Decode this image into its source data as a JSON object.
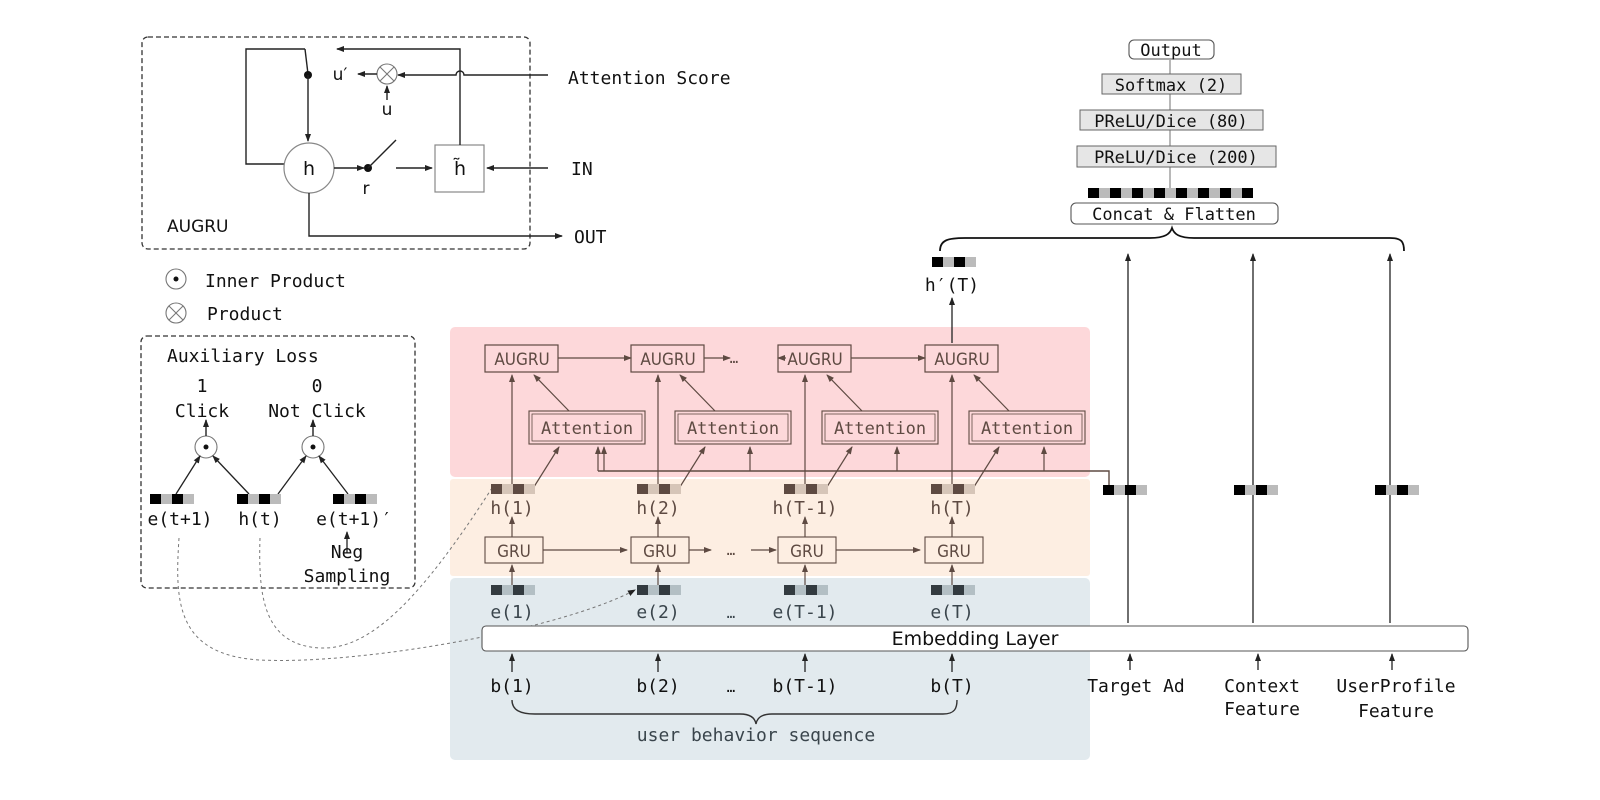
{
  "augru_cell": {
    "label": "AUGRU",
    "h_node": "h",
    "h_tilde": "h̃",
    "r_label": "r",
    "u_label": "u",
    "u_prime_label": "u′",
    "attention_score": "Attention Score",
    "in_label": "IN",
    "out_label": "OUT"
  },
  "legend": {
    "inner_product": "Inner Product",
    "product": "Product"
  },
  "aux_loss": {
    "title": "Auxiliary Loss",
    "click_value": "1",
    "click_label": "Click",
    "not_click_value": "0",
    "not_click_label": "Not Click",
    "e_next": "e(t+1)",
    "h_t": "h(t)",
    "e_next_neg": "e(t+1)′",
    "neg_sampling_1": "Neg",
    "neg_sampling_2": "Sampling"
  },
  "mlp": {
    "output": "Output",
    "softmax": "Softmax (2)",
    "prelu80": "PReLU/Dice (80)",
    "prelu200": "PReLU/Dice (200)",
    "concat": "Concat & Flatten"
  },
  "interest_evolving": {
    "augru": [
      "AUGRU",
      "AUGRU",
      "AUGRU",
      "AUGRU"
    ],
    "attention": [
      "Attention",
      "Attention",
      "Attention",
      "Attention"
    ],
    "h_prime": "h′(T)"
  },
  "interest_extractor": {
    "gru": [
      "GRU",
      "GRU",
      "GRU",
      "GRU"
    ],
    "hidden": [
      "h(1)",
      "h(2)",
      "h(T-1)",
      "h(T)"
    ]
  },
  "behavior_layer": {
    "embeddings": [
      "e(1)",
      "e(2)",
      "e(T-1)",
      "e(T)"
    ],
    "behaviors": [
      "b(1)",
      "b(2)",
      "b(T-1)",
      "b(T)"
    ],
    "ellipsis": "…",
    "sequence_label": "user behavior sequence",
    "embedding_layer": "Embedding Layer"
  },
  "side_features": {
    "target_ad": "Target Ad",
    "context_1": "Context",
    "context_2": "Feature",
    "userprofile_1": "UserProfile",
    "userprofile_2": "Feature"
  },
  "colors": {
    "evolving_bg": "#fdd8da",
    "extractor_bg": "#fdeee2",
    "embedding_bg": "#e2eaee",
    "brown": "#5e4a42",
    "dark": "#333b40"
  }
}
